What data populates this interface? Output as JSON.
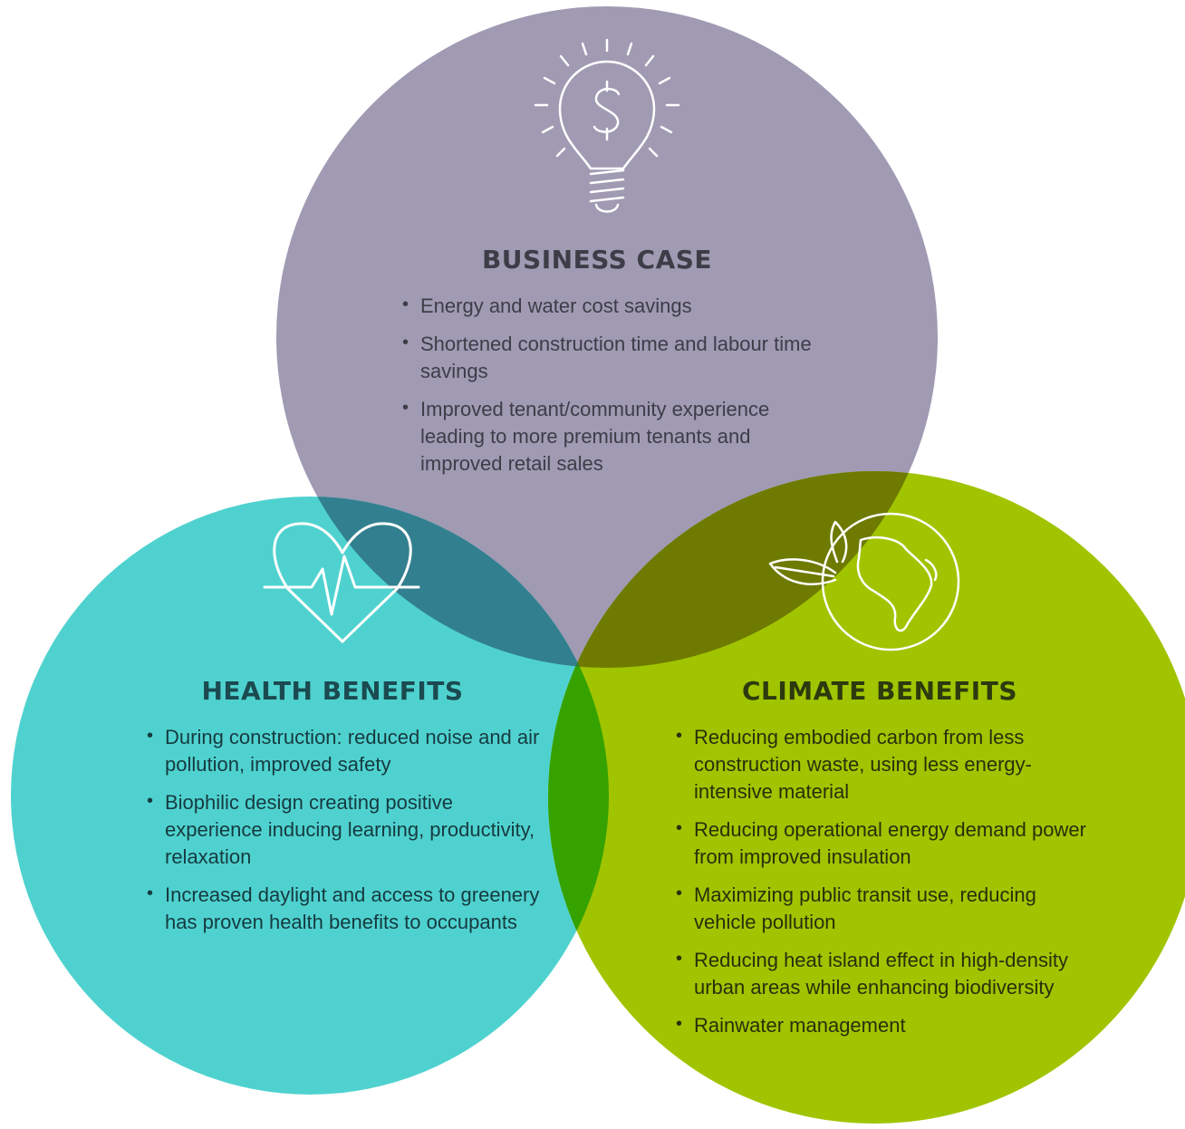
{
  "colors": {
    "business": "#a09ab3",
    "health": "#4fd2cf",
    "climate": "#a0c400",
    "overlap_business_health": "#327f8f",
    "overlap_business_climate": "#6e7a00",
    "overlap_health_climate": "#35a200",
    "overlap_all": "#2a7f3c"
  },
  "icons": {
    "business": "lightbulb-dollar-icon",
    "health": "heart-pulse-icon",
    "climate": "globe-leaf-icon"
  },
  "business_case": {
    "title": "BUSINESS CASE",
    "items": [
      "Energy and water cost savings",
      "Shortened construction time and labour time savings",
      "Improved tenant/community experience leading to more premium tenants and improved retail sales"
    ]
  },
  "health_benefits": {
    "title": "HEALTH BENEFITS",
    "items": [
      "During construction: reduced noise and air pollution, improved safety",
      "Biophilic design creating positive experience inducing learning, productivity, relaxation",
      "Increased daylight and access to greenery has proven health benefits to occupants"
    ]
  },
  "climate_benefits": {
    "title": "CLIMATE BENEFITS",
    "items": [
      "Reducing embodied carbon from less construction waste, using less energy-intensive material",
      "Reducing operational energy demand power from improved insulation",
      "Maximizing public transit use, reducing vehicle pollution",
      "Reducing heat island effect in high-density urban areas while enhancing biodiversity",
      "Rainwater management"
    ]
  }
}
